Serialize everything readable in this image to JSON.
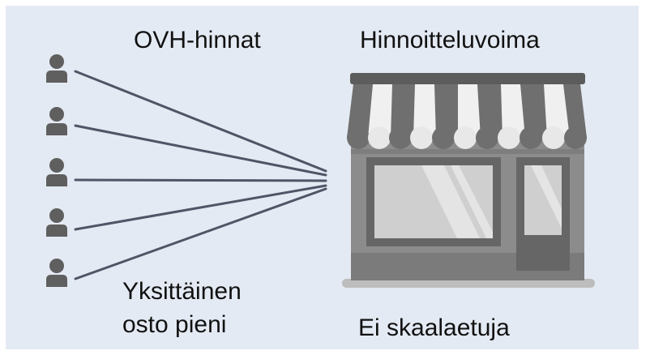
{
  "labels": {
    "retail_prices": "OVH-hinnat",
    "pricing_power": "Hinnoitteluvoima",
    "single_purchase": "Yksittäinen\nosto pieni",
    "no_scale": "Ei skaalaetuja"
  },
  "customers": [
    {
      "id": "customer-1"
    },
    {
      "id": "customer-2"
    },
    {
      "id": "customer-3"
    },
    {
      "id": "customer-4"
    },
    {
      "id": "customer-5"
    }
  ],
  "colors": {
    "background": "#e4eaf3",
    "person": "#5f5f5f",
    "line": "#4e5566",
    "awning_dark": "#6e6e6e",
    "awning_light": "#f2f2f2",
    "building": "#8a8a8a",
    "frame": "#666666",
    "glass": "#cfcfcf",
    "base": "#b8b8b8"
  },
  "icons": {
    "customer": "person-icon",
    "store": "store-icon"
  }
}
